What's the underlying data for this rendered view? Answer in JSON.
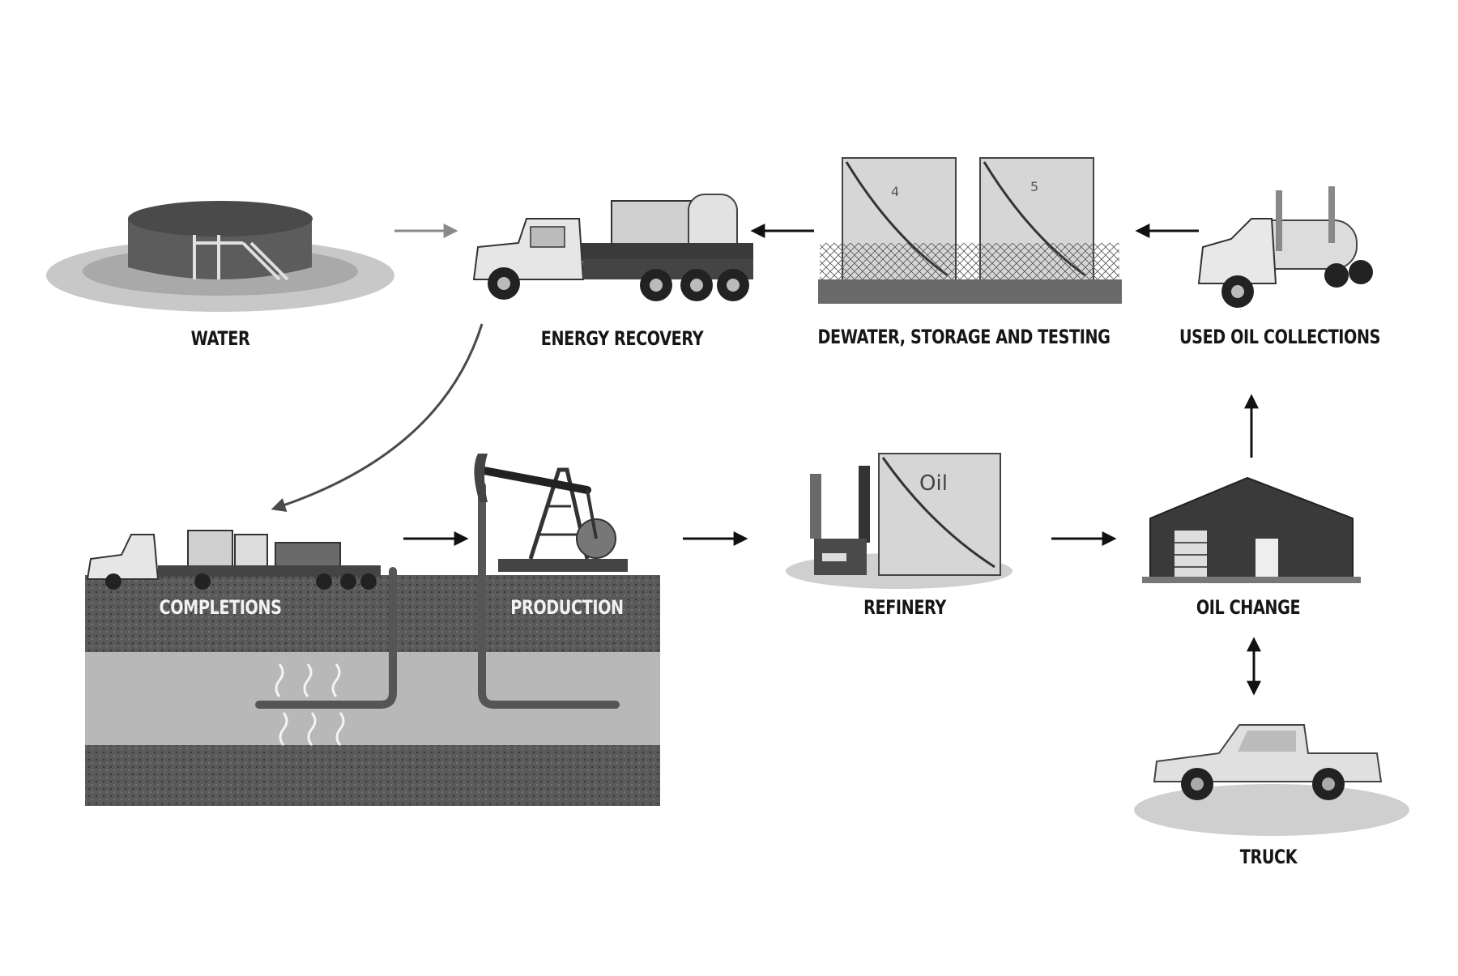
{
  "labels": {
    "water": "WATER",
    "energy_recovery": "ENERGY RECOVERY",
    "dewater": "DEWATER, STORAGE AND TESTING",
    "used_oil": "USED OIL COLLECTIONS",
    "completions": "COMPLETIONS",
    "production": "PRODUCTION",
    "refinery": "REFINERY",
    "oil_change": "OIL CHANGE",
    "truck": "TRUCK"
  },
  "tank_numbers": [
    "4",
    "5"
  ],
  "refinery_tank_text": "Oil",
  "icons": [
    "water-tank-icon",
    "energy-recovery-truck-icon",
    "storage-tanks-icon",
    "tanker-truck-icon",
    "completions-rig-icon",
    "pumpjack-icon",
    "refinery-icon",
    "garage-icon",
    "pickup-truck-icon"
  ],
  "colors": {
    "arrow": "#111111",
    "arrow_light": "#8a8a8a",
    "curve": "#4a4a4a",
    "ground": "#555555"
  }
}
